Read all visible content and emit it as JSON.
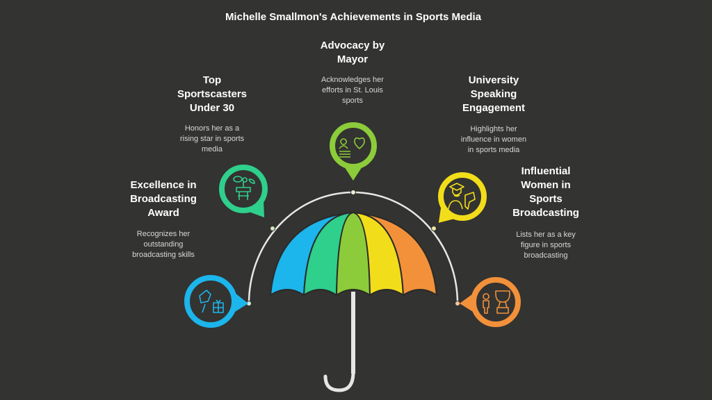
{
  "title": "Michelle Smallmon's Achievements in Sports Media",
  "colors": {
    "background": "#333331",
    "blue": "#1cb5ec",
    "teal": "#2fcf8c",
    "lime": "#8ccc3a",
    "yellow": "#f2dd1a",
    "orange": "#f2913a"
  },
  "items": [
    {
      "title_lines": [
        "Excellence in",
        "Broadcasting",
        "Award"
      ],
      "desc_lines": [
        "Recognizes her",
        "outstanding",
        "broadcasting skills"
      ],
      "icon": "megaphone-gift-icon",
      "color": "#1cb5ec"
    },
    {
      "title_lines": [
        "Top",
        "Sportscasters",
        "Under 30"
      ],
      "desc_lines": [
        "Honors her as a",
        "rising star in sports",
        "media"
      ],
      "icon": "plant-growth-icon",
      "color": "#2fcf8c"
    },
    {
      "title_lines": [
        "Advocacy by",
        "Mayor"
      ],
      "desc_lines": [
        "Acknowledges her",
        "efforts in St. Louis",
        "sports"
      ],
      "icon": "person-heart-icon",
      "color": "#8ccc3a"
    },
    {
      "title_lines": [
        "University",
        "Speaking",
        "Engagement"
      ],
      "desc_lines": [
        "Highlights her",
        "influence in women",
        "in sports media"
      ],
      "icon": "graduate-speech-icon",
      "color": "#f2dd1a"
    },
    {
      "title_lines": [
        "Influential",
        "Women in",
        "Sports",
        "Broadcasting"
      ],
      "desc_lines": [
        "Lists her as a key",
        "figure in sports",
        "broadcasting"
      ],
      "icon": "person-trophy-icon",
      "color": "#f2913a"
    }
  ]
}
